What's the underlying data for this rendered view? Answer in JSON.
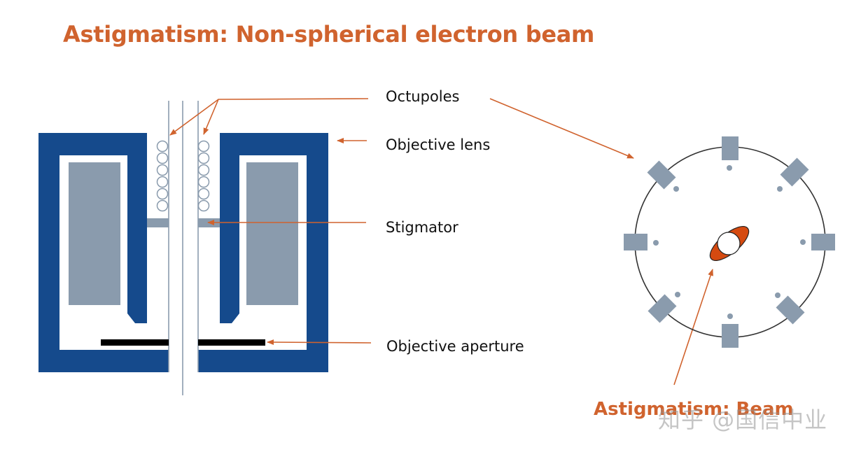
{
  "title": "Astigmatism: Non-spherical electron beam",
  "labels": {
    "octupoles": "Octupoles",
    "objective_lens": "Objective lens",
    "stigmator": "Stigmator",
    "objective_aperture": "Objective aperture",
    "beam": "Astigmatism: Beam"
  },
  "watermark": "知乎 @国信中业",
  "colors": {
    "lens_blue": "#154A8C",
    "pole_gray": "#8A9BAD",
    "accent_orange": "#D0632E",
    "beam_orange": "#D54A10"
  }
}
